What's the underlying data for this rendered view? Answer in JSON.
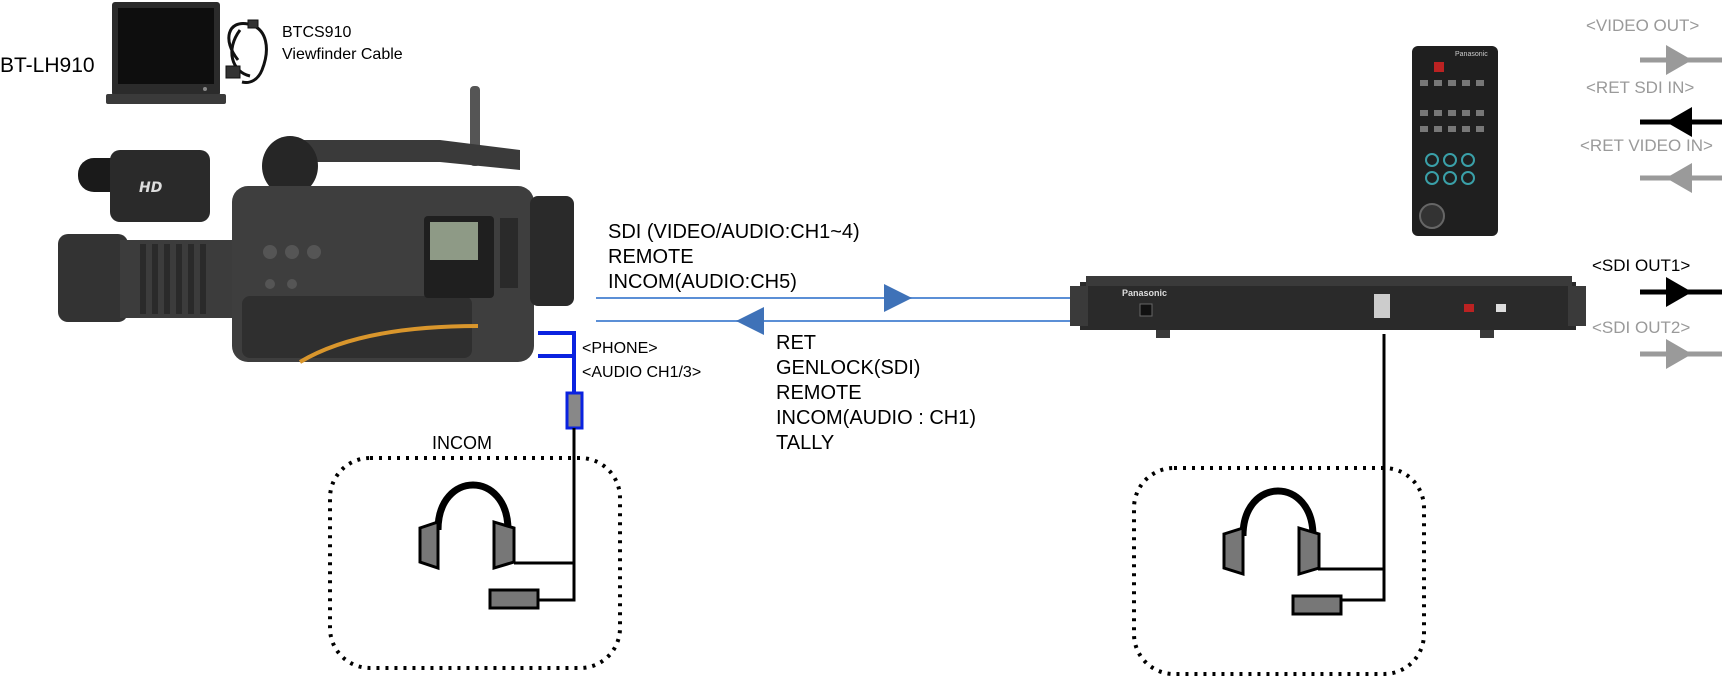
{
  "devices": {
    "monitor": {
      "label": "BT-LH910"
    },
    "cable": {
      "line1": "BTCS910",
      "line2": "Viewfinder Cable"
    },
    "camera_logo": "HD"
  },
  "forward_signals": [
    "SDI (VIDEO/AUDIO:CH1~4)",
    "REMOTE",
    "INCOM(AUDIO:CH5)"
  ],
  "return_signals": [
    "RET",
    "GENLOCK(SDI)",
    "REMOTE",
    "INCOM(AUDIO : CH1)",
    "TALLY"
  ],
  "camera_ports": {
    "phone": "<PHONE>",
    "audio": "<AUDIO CH1/3>"
  },
  "incom_label": "INCOM",
  "base_station": {
    "brand": "Panasonic"
  },
  "rcp": {
    "brand": "Panasonic"
  },
  "outputs": [
    {
      "label": "<VIDEO OUT>",
      "active": false,
      "direction": "out"
    },
    {
      "label": "<RET SDI IN>",
      "active": true,
      "direction": "in"
    },
    {
      "label": "<RET VIDEO IN>",
      "active": false,
      "direction": "in"
    },
    {
      "label": "<SDI OUT1>",
      "active": true,
      "direction": "out"
    },
    {
      "label": "<SDI OUT2>",
      "active": false,
      "direction": "out"
    }
  ],
  "colors": {
    "line": "#5b8fd6",
    "arrow": "#3f72b8",
    "gray": "#9a9a9a",
    "wire": "#0a22e0"
  }
}
